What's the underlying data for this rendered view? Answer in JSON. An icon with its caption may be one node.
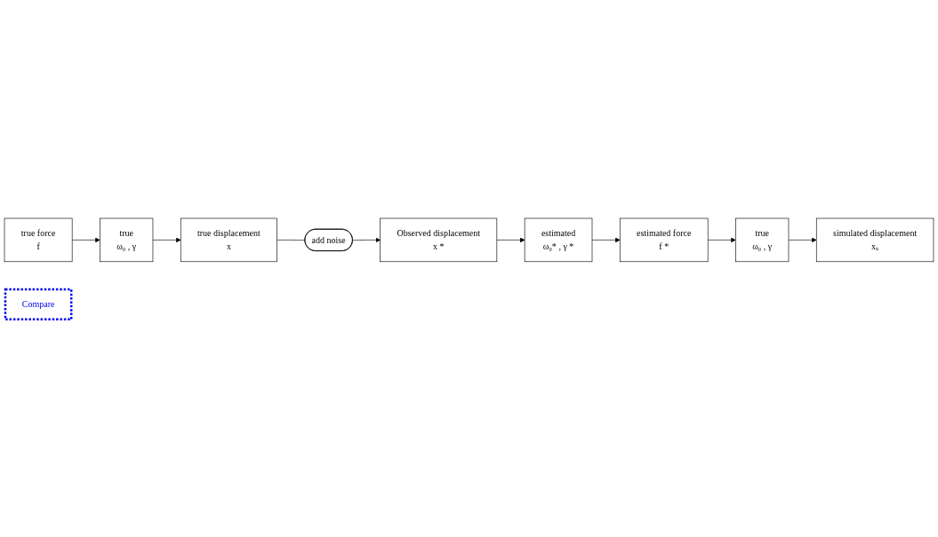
{
  "diagram": {
    "nodes": [
      {
        "text": [
          "true force",
          "f"
        ]
      },
      {
        "text": [
          "true",
          "ω₀ , γ"
        ]
      },
      {
        "text": [
          "true displacement",
          "x"
        ]
      },
      {
        "text": [
          "add noise"
        ]
      },
      {
        "text": [
          "Observed displacement",
          "x *"
        ]
      },
      {
        "text": [
          "estimated",
          "ω₀* , γ *"
        ]
      },
      {
        "text": [
          "estimated force",
          "f *"
        ]
      },
      {
        "text": [
          "true",
          "ω₀ , γ"
        ]
      },
      {
        "text": [
          "simulated displacement",
          "xₛ"
        ]
      },
      {
        "text": [
          "Compare"
        ]
      }
    ],
    "edges": [
      {
        "from": 0,
        "to": 1,
        "arrow": "to"
      },
      {
        "from": 1,
        "to": 2,
        "arrow": "to"
      },
      {
        "from": 2,
        "to": 3,
        "arrow": "none"
      },
      {
        "from": 3,
        "to": 4,
        "arrow": "to"
      },
      {
        "from": 4,
        "to": 5,
        "arrow": "to"
      },
      {
        "from": 5,
        "to": 6,
        "arrow": "to"
      },
      {
        "from": 6,
        "to": 7,
        "arrow": "to"
      },
      {
        "from": 7,
        "to": 8,
        "arrow": "to"
      }
    ]
  }
}
